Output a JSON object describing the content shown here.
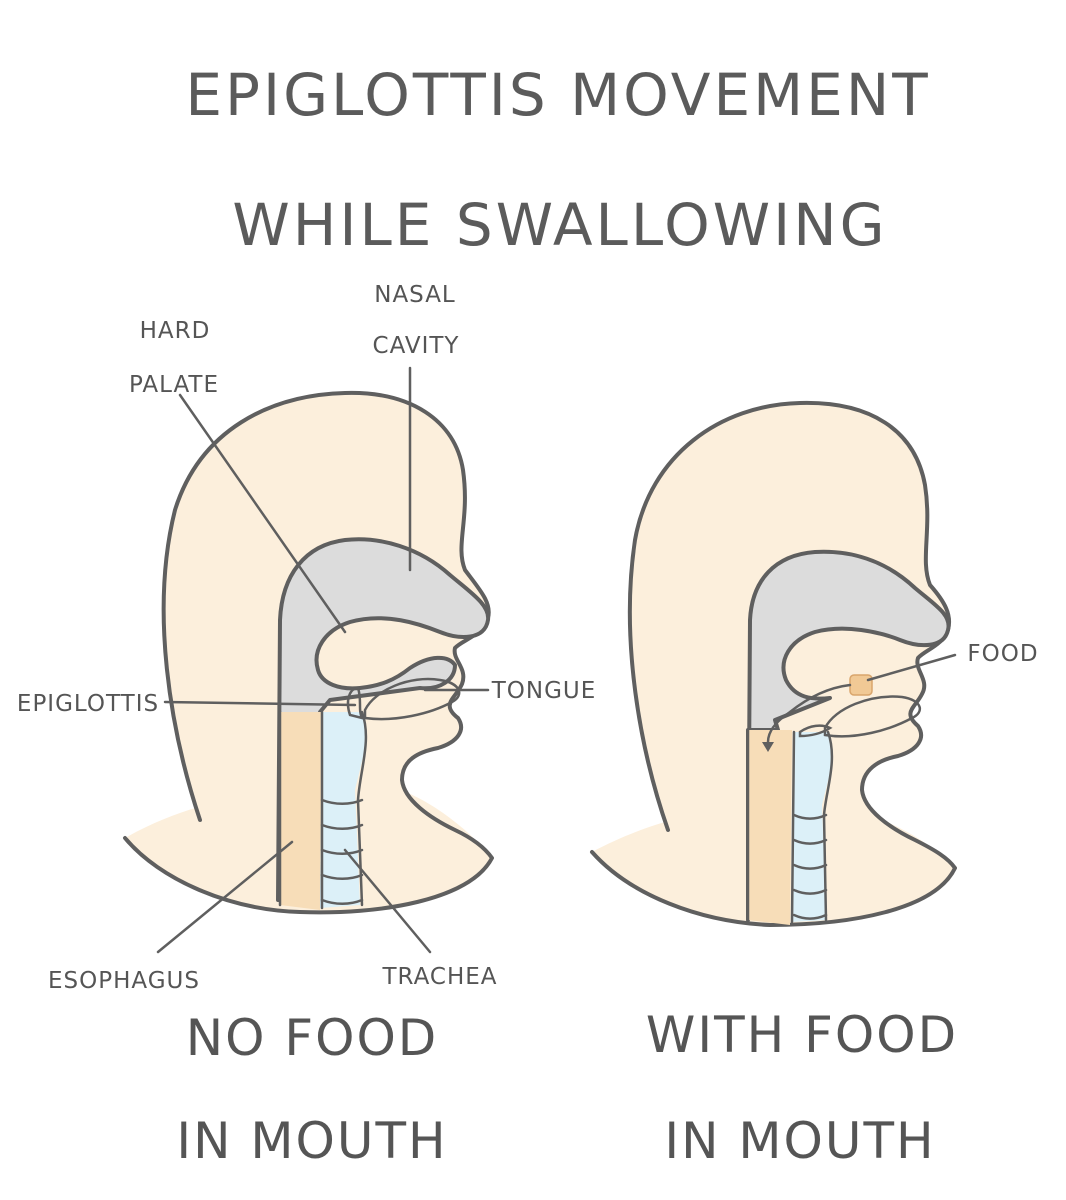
{
  "title": {
    "line1": "EPIGLOTTIS MOVEMENT",
    "line2": "WHILE SWALLOWING"
  },
  "labels": {
    "nasal": "NASAL",
    "cavity": "CAVITY",
    "hard": "HARD",
    "palate": "PALATE",
    "epiglottis": "EPIGLOTTIS",
    "tongue": "TONGUE",
    "esophagus": "ESOPHAGUS",
    "trachea": "TRACHEA",
    "food": "FOOD"
  },
  "captions": {
    "left_line1": "NO FOOD",
    "left_line2": "IN MOUTH",
    "right_line1": "WITH FOOD",
    "right_line2": "IN MOUTH"
  },
  "colors": {
    "skin": "#fcefdc",
    "cavity": "#dcdcdc",
    "tongue": "#d98ccc",
    "trachea": "#dcf0f8",
    "esophagus": "#f7ddb8",
    "epiglottis": "#e8805a",
    "outline": "#5f5f5f"
  }
}
